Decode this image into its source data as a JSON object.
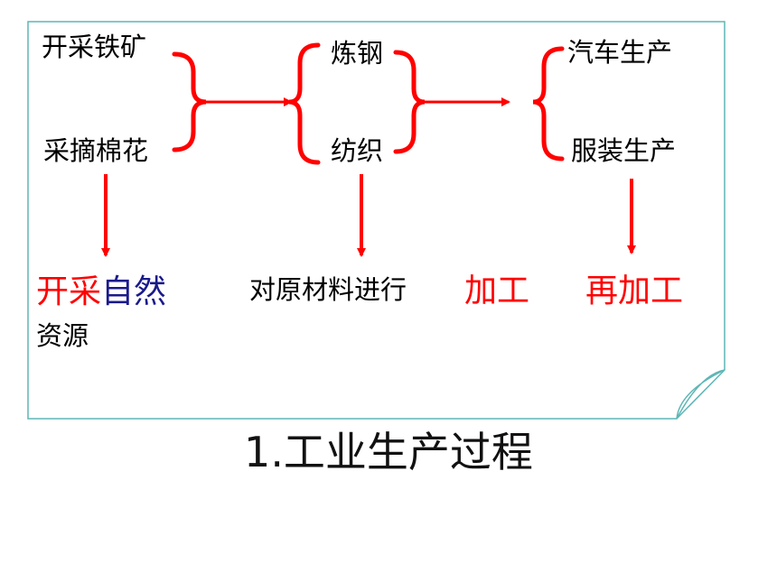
{
  "colors": {
    "frame": "#5fb6b6",
    "arrow": "#ff0000",
    "brace": "#ff0000",
    "accent_text": "#ff0000",
    "nature_text": "#1a1a8c"
  },
  "stage1": {
    "top": "开采铁矿",
    "bottom": "采摘棉花"
  },
  "stage2": {
    "top": "炼钢",
    "bottom": "纺织"
  },
  "stage3": {
    "top": "汽车生产",
    "bottom": "服装生产"
  },
  "result1": {
    "red": "开采",
    "navy": "自然",
    "line2": "资源"
  },
  "result2": {
    "prefix": "对原材料进行",
    "red": "加工"
  },
  "result3": {
    "red": "再加工"
  },
  "caption": "1.工业生产过程"
}
